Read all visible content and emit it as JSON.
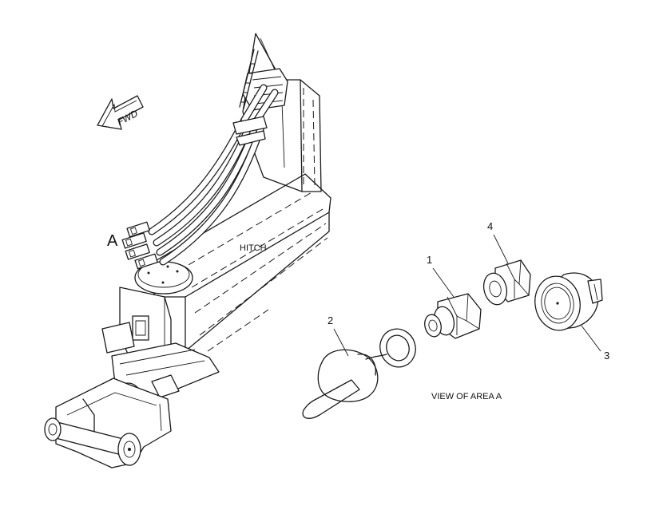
{
  "diagram": {
    "area_label": "A",
    "direction_label": "FWD",
    "hitch_label": "HITCH",
    "view_caption": "VIEW OF AREA  A",
    "callouts": [
      {
        "id": "1"
      },
      {
        "id": "2"
      },
      {
        "id": "3"
      },
      {
        "id": "4"
      }
    ]
  },
  "colors": {
    "ink": "#1a1a1a",
    "paper": "#ffffff",
    "stipple": "#888888"
  }
}
